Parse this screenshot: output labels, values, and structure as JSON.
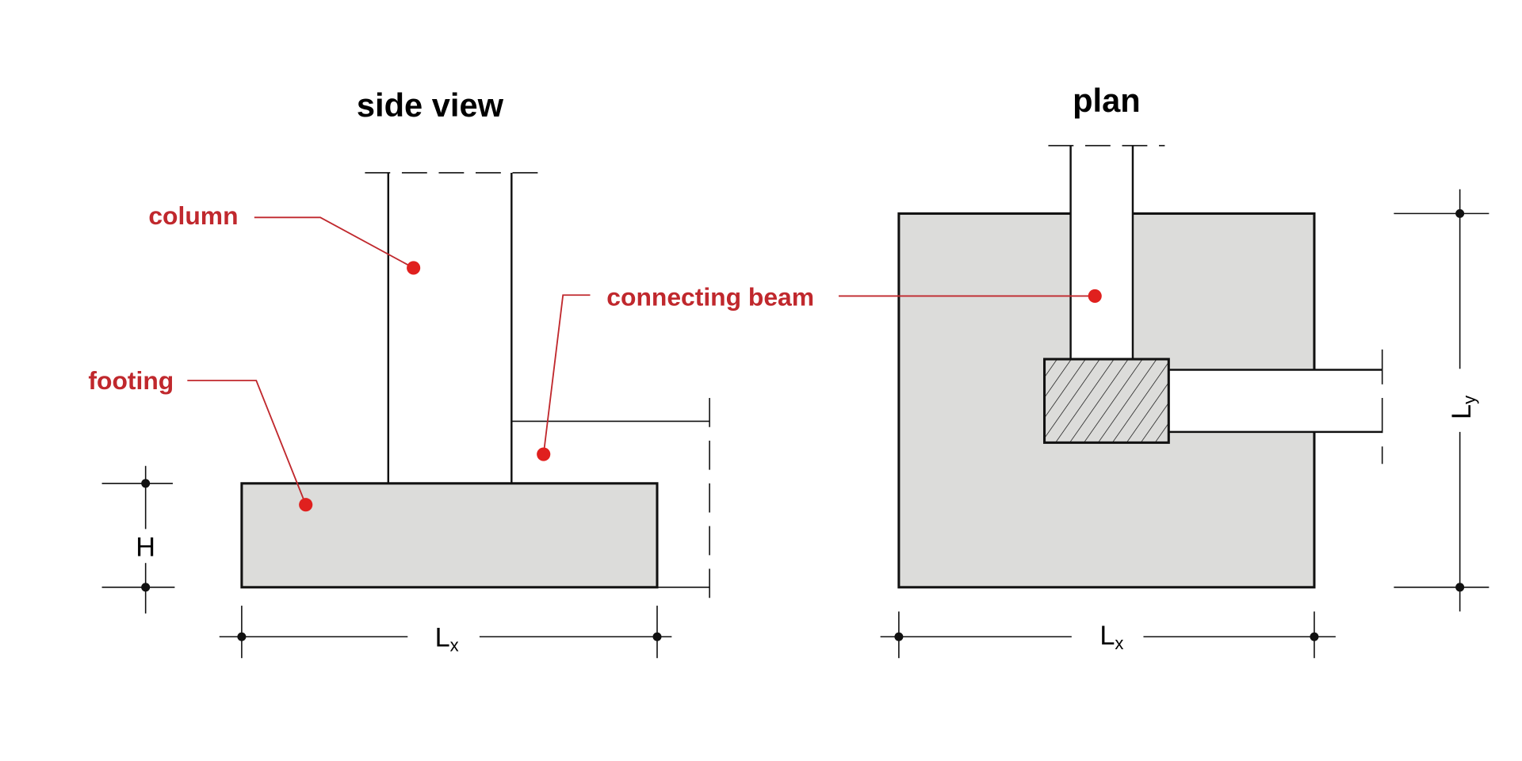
{
  "side_view": {
    "title": "side view",
    "labels": {
      "column": "column",
      "footing": "footing",
      "beam": "connecting beam"
    },
    "dims": {
      "height": "H",
      "length": "L",
      "length_sub": "x"
    }
  },
  "plan": {
    "title": "plan",
    "dims": {
      "length": "L",
      "length_sub": "x",
      "width": "L",
      "width_sub": "y"
    }
  },
  "colors": {
    "label": "#c0282d",
    "footing_fill": "#dcdcda",
    "dot": "#e0201e"
  }
}
